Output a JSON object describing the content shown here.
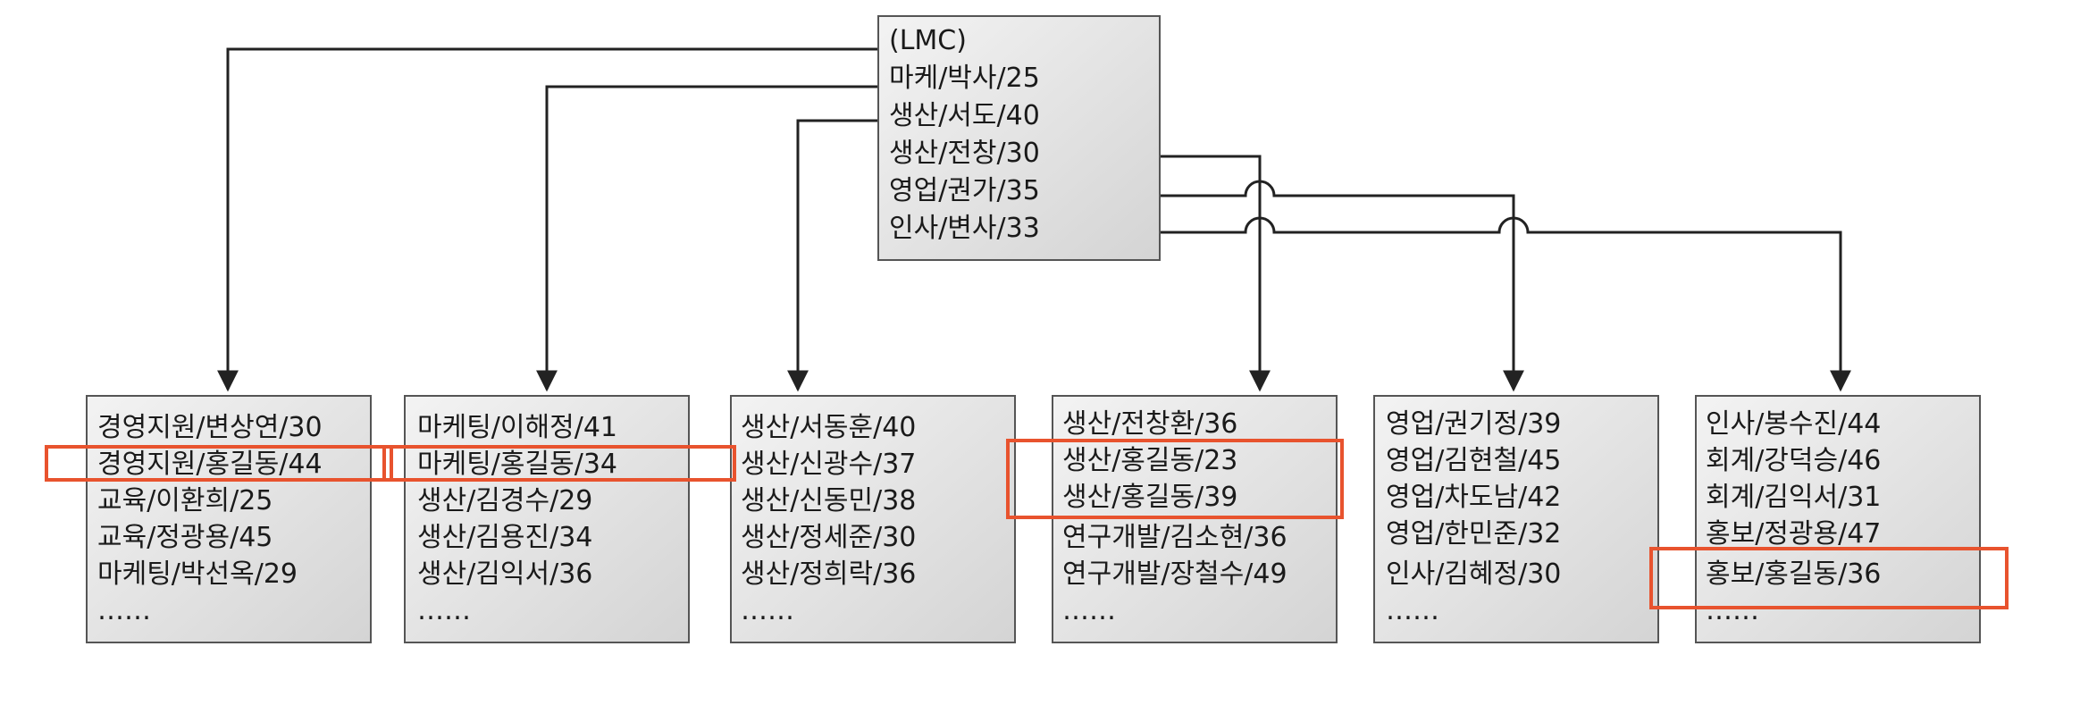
{
  "root": {
    "lines": [
      "(LMC)",
      "마케/박사/25",
      "생산/서도/40",
      "생산/전창/30",
      "영업/권가/35",
      "인사/변사/33"
    ]
  },
  "nodes": [
    {
      "lines": [
        "경영지원/변상연/30",
        "경영지원/홍길동/44",
        "교육/이환희/25",
        "교육/정광용/45",
        "마케팅/박선옥/29",
        "……"
      ]
    },
    {
      "lines": [
        "마케팅/이해정/41",
        "마케팅/홍길동/34",
        "생산/김경수/29",
        "생산/김용진/34",
        "생산/김익서/36",
        "……"
      ]
    },
    {
      "lines": [
        "생산/서동훈/40",
        "생산/신광수/37",
        "생산/신동민/38",
        "생산/정세준/30",
        "생산/정희락/36",
        "……"
      ]
    },
    {
      "lines": [
        "생산/전창환/36",
        "생산/홍길동/23",
        "생산/홍길동/39",
        "연구개발/김소현/36",
        "연구개발/장철수/49",
        "……"
      ]
    },
    {
      "lines": [
        "영업/권기정/39",
        "영업/김현철/45",
        "영업/차도남/42",
        "영업/한민준/32",
        "인사/김혜정/30",
        "……"
      ]
    },
    {
      "lines": [
        "인사/봉수진/44",
        "회계/강덕승/46",
        "회계/김익서/31",
        "홍보/정광용/47",
        "홍보/홍길동/36",
        "……"
      ]
    }
  ],
  "colors": {
    "box_fill": "#e3e3e3",
    "box_stroke": "#555555",
    "connector": "#222222",
    "highlight": "#e8532e"
  }
}
